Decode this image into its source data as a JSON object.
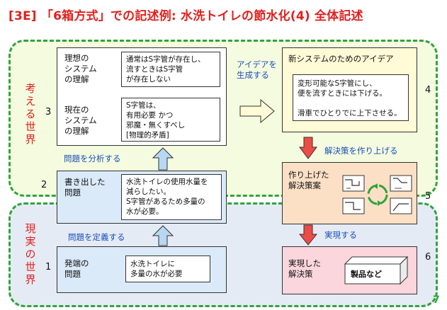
{
  "title": "[3E] 「6箱方式」での記述例: 水洗トイレの節水化(4) 全体記述",
  "worlds": {
    "thinking": "考える世界",
    "real": "現実の世界"
  },
  "boxes": {
    "b1": {
      "number": "1",
      "label": "発端の\n問題",
      "content": "水洗トイレに\n多量の水が必要"
    },
    "b2": {
      "number": "2",
      "label": "書き出した\n問題",
      "content": "水洗トイレの使用水量を\n減らしたい。\nS字管があるため多量の\n水が必要。"
    },
    "b3": {
      "number": "3",
      "ideal_label": "理想の\nシステム\nの理解",
      "ideal_content": "通常はS字管が存在し、\n流すときはS字管\nが存在しない",
      "current_label": "現在の\nシステム\nの理解",
      "current_content": "S字管は、\n有用必要 かつ\n邪魔・無くすべし\n[物理的矛盾]"
    },
    "b4": {
      "number": "4",
      "label": "新システムのためのアイデア",
      "content": "変形可能なS字管にし、\n便を流すときには下げる。\n\n滑車でひとりでに上下させる。"
    },
    "b5": {
      "number": "5",
      "label": "作り上げた\n解決策案"
    },
    "b6": {
      "number": "6",
      "label": "実現した\n解決策",
      "product": "製品など"
    }
  },
  "arrows": {
    "define": "問題を定義する",
    "analyze": "問題を分析する",
    "generate": "アイデアを\n生成する",
    "build": "解決策を作り上げる",
    "realize": "実現する"
  },
  "page_number": "7",
  "colors": {
    "title_red": "#e0201e",
    "world_border_green": "#2fa43b",
    "thinking_bg": "#f4fbdf",
    "real_bg": "#e5ebf5",
    "arrow_blue_fill": "#b8d7f2",
    "arrow_red_fill": "#ee4b46",
    "arrow_yellow_fill": "#fffbd6",
    "box_blue_bg": "#dbeaf9",
    "box_yellow_bg": "#fffbd6",
    "box_orange_bg": "#fce0c6",
    "box_pink_bg": "#fbd6dc",
    "text_blue": "#1a4fb8"
  }
}
